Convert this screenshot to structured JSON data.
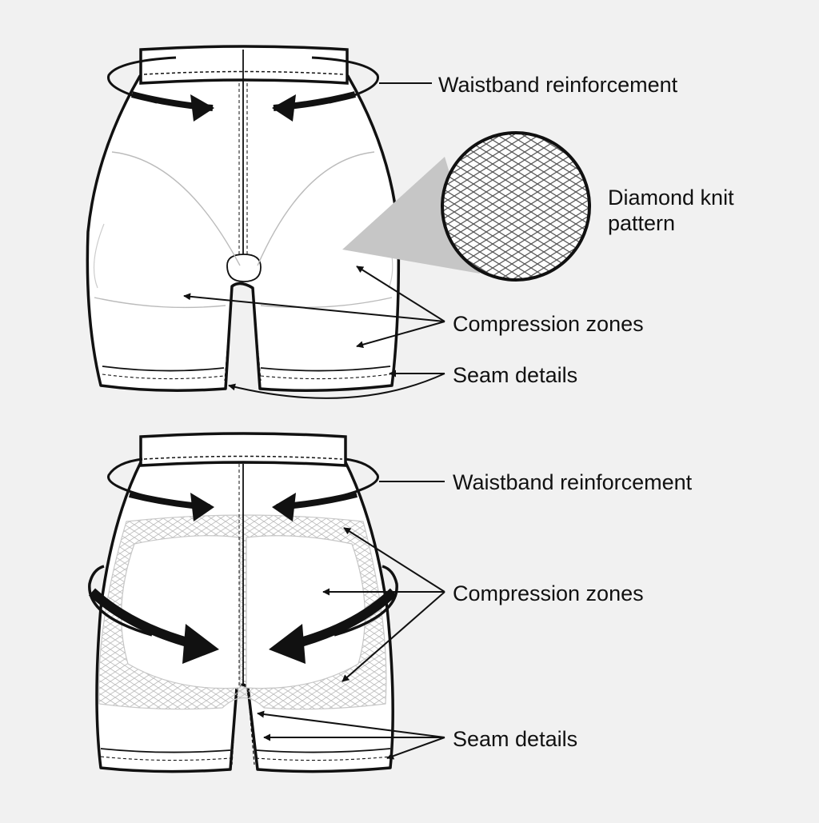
{
  "front_view": {
    "labels": {
      "waistband": "Waistband reinforcement",
      "knit_line1": "Diamond knit",
      "knit_line2": "pattern",
      "compression": "Compression zones",
      "seams": "Seam details"
    }
  },
  "back_view": {
    "labels": {
      "waistband": "Waistband reinforcement",
      "compression": "Compression zones",
      "seams": "Seam details"
    }
  },
  "colors": {
    "ink": "#111111",
    "background": "#f1f1f1",
    "fabric": "#ffffff",
    "shade": "#c6c6c6",
    "mesh": "#bdbdbd"
  }
}
